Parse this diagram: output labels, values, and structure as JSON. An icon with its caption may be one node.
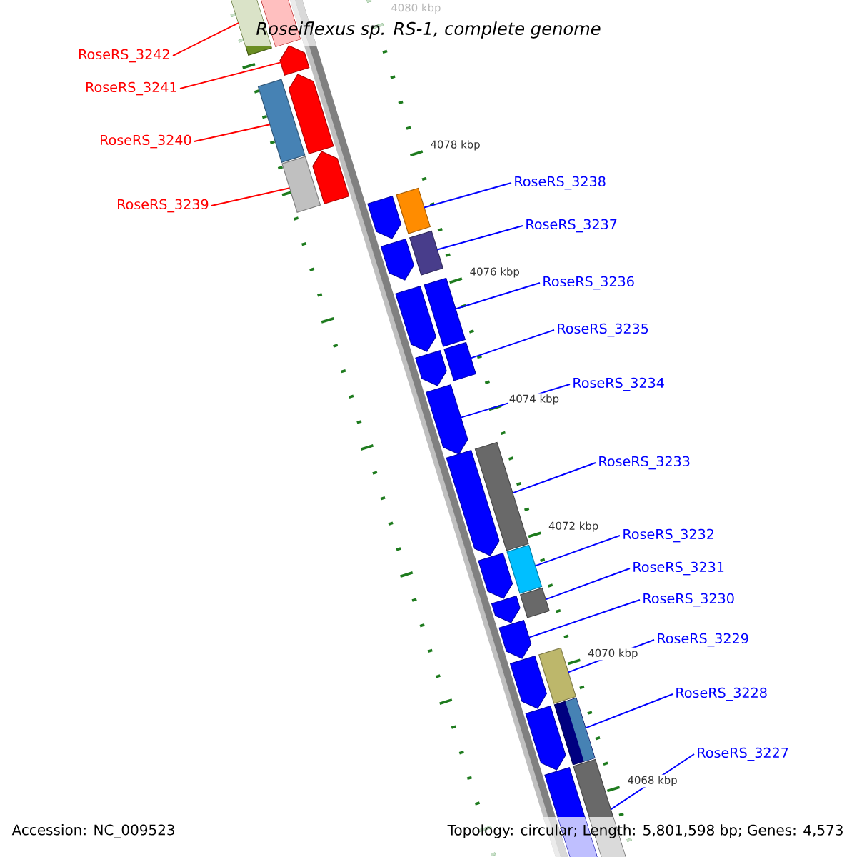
{
  "diagram": {
    "title": "Roseiflexus sp. RS-1, complete genome",
    "nodes": [
      {
        "text": [
          "RoseRS_3242"
        ]
      },
      {
        "text": [
          "RoseRS_3241"
        ]
      },
      {
        "text": [
          "RoseRS_3240"
        ]
      },
      {
        "text": [
          "RoseRS_3239"
        ]
      },
      {
        "text": [
          "RoseRS_3238"
        ]
      },
      {
        "text": [
          "RoseRS_3237"
        ]
      },
      {
        "text": [
          "RoseRS_3236"
        ]
      },
      {
        "text": [
          "RoseRS_3235"
        ]
      },
      {
        "text": [
          "RoseRS_3234"
        ]
      },
      {
        "text": [
          "RoseRS_3233"
        ]
      },
      {
        "text": [
          "RoseRS_3232"
        ]
      },
      {
        "text": [
          "RoseRS_3231"
        ]
      },
      {
        "text": [
          "RoseRS_3230"
        ]
      },
      {
        "text": [
          "RoseRS_3229"
        ]
      },
      {
        "text": [
          "RoseRS_3228"
        ]
      },
      {
        "text": [
          "RoseRS_3227"
        ]
      },
      {
        "text": [],
        "shape": "pentagon"
      },
      {
        "text": [],
        "shape": "box"
      },
      {
        "text": [],
        "shape": "pentagon"
      },
      {
        "text": [],
        "shape": "pentagon"
      },
      {
        "text": [],
        "shape": "box"
      },
      {
        "text": [],
        "shape": "pentagon"
      },
      {
        "text": [],
        "shape": "box"
      },
      {
        "text": [],
        "shape": "pentagon"
      },
      {
        "text": [],
        "shape": "box"
      },
      {
        "text": [],
        "shape": "pentagon"
      },
      {
        "text": [],
        "shape": "box"
      },
      {
        "text": [],
        "shape": "pentagon"
      },
      {
        "text": [],
        "shape": "box"
      },
      {
        "text": [],
        "shape": "pentagon"
      },
      {
        "text": [],
        "shape": "box"
      },
      {
        "text": [],
        "shape": "pentagon"
      },
      {
        "text": [],
        "shape": "pentagon"
      },
      {
        "text": [],
        "shape": "box"
      },
      {
        "text": [],
        "shape": "pentagon"
      },
      {
        "text": [],
        "shape": "box"
      },
      {
        "text": [],
        "shape": "pentagon"
      },
      {
        "text": [],
        "shape": "box"
      },
      {
        "text": [],
        "shape": "pentagon"
      },
      {
        "text": [],
        "shape": "pentagon"
      },
      {
        "text": [],
        "shape": "box"
      },
      {
        "text": [],
        "shape": "pentagon"
      },
      {
        "text": [],
        "shape": "box"
      },
      {
        "text": [],
        "shape": "pentagon"
      },
      {
        "text": [],
        "shape": "box"
      }
    ],
    "edges": [
      {
        "from": 0,
        "to": 17,
        "arrow": "none",
        "color": "#ff0000"
      },
      {
        "from": 1,
        "to": 18,
        "arrow": "none",
        "color": "#ff0000"
      },
      {
        "from": 2,
        "to": 20,
        "arrow": "none",
        "color": "#ff0000"
      },
      {
        "from": 3,
        "to": 22,
        "arrow": "none",
        "color": "#ff0000"
      },
      {
        "from": 4,
        "to": 24,
        "arrow": "none"
      },
      {
        "from": 5,
        "to": 26,
        "arrow": "none"
      },
      {
        "from": 6,
        "to": 28,
        "arrow": "none"
      },
      {
        "from": 7,
        "to": 30,
        "arrow": "none"
      },
      {
        "from": 8,
        "to": 31,
        "arrow": "none"
      },
      {
        "from": 9,
        "to": 33,
        "arrow": "none"
      },
      {
        "from": 10,
        "to": 35,
        "arrow": "none"
      },
      {
        "from": 11,
        "to": 37,
        "arrow": "none"
      },
      {
        "from": 12,
        "to": 38,
        "arrow": "none"
      },
      {
        "from": 13,
        "to": 40,
        "arrow": "none"
      },
      {
        "from": 14,
        "to": 42,
        "arrow": "none"
      },
      {
        "from": 15,
        "to": 44,
        "arrow": "none"
      }
    ],
    "labels": [
      "4080 kbp",
      "4078 kbp",
      "4076 kbp",
      "4074 kbp",
      "4072 kbp",
      "4070 kbp",
      "4068 kbp",
      "Accession: NC_009523",
      "Topology: circular; Length: 5,801,598 bp; Genes: 4,573"
    ]
  }
}
